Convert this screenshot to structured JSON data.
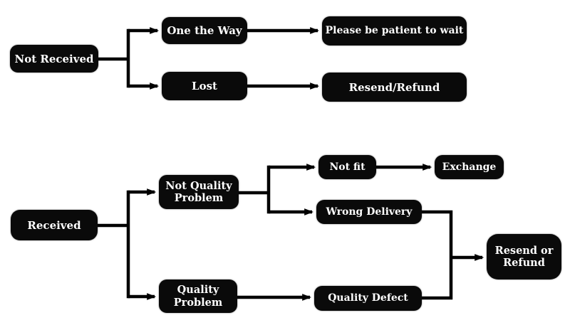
{
  "diagram": {
    "type": "flowchart",
    "background_color": "#ffffff",
    "node_fill_color": "#0a0a0a",
    "node_text_color": "#ffffff",
    "connector_color": "#000000",
    "nodes": {
      "not_received": "Not Received",
      "one_the_way": "One the Way",
      "lost": "Lost",
      "please_wait": "Please be patient to wait",
      "resend_slash_refund": "Resend/Refund",
      "received": "Received",
      "not_quality_problem": "Not Quality Problem",
      "quality_problem": "Quality Problem",
      "not_fit": "Not fit",
      "exchange": "Exchange",
      "wrong_delivery": "Wrong Delivery",
      "quality_defect": "Quality Defect",
      "resend_or_refund": "Resend or Refund"
    },
    "edges": [
      {
        "from": "Not Received",
        "to": "One the Way"
      },
      {
        "from": "Not Received",
        "to": "Lost"
      },
      {
        "from": "One the Way",
        "to": "Please be patient to wait"
      },
      {
        "from": "Lost",
        "to": "Resend/Refund"
      },
      {
        "from": "Received",
        "to": "Not Quality Problem"
      },
      {
        "from": "Received",
        "to": "Quality Problem"
      },
      {
        "from": "Not Quality Problem",
        "to": "Not fit"
      },
      {
        "from": "Not Quality Problem",
        "to": "Wrong Delivery"
      },
      {
        "from": "Not fit",
        "to": "Exchange"
      },
      {
        "from": "Quality Problem",
        "to": "Quality Defect"
      },
      {
        "from": "Wrong Delivery",
        "to": "Resend or Refund"
      },
      {
        "from": "Quality Defect",
        "to": "Resend or Refund"
      }
    ]
  }
}
